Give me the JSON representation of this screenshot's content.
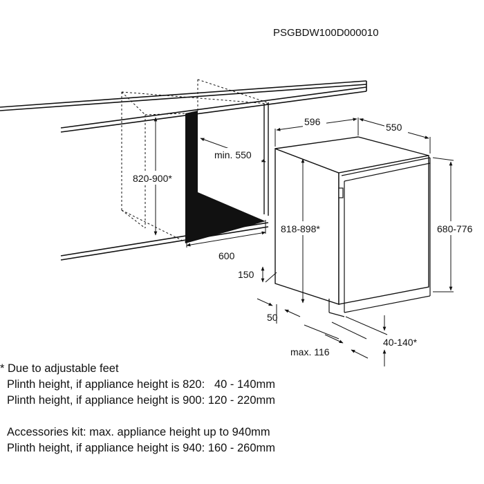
{
  "product_code": "PSGBDW100D000010",
  "dimensions": {
    "width_appliance": "596",
    "depth_appliance": "550",
    "niche_height": "820-900*",
    "niche_depth": "min. 550",
    "niche_width": "600",
    "appliance_height": "818-898*",
    "door_height": "680-776",
    "plinth_offset": "150",
    "plinth_depth": "50",
    "plinth_height": "40-140*",
    "door_protrusion": "max. 116"
  },
  "notes": {
    "footnote_marker": "*",
    "footnote": "Due to adjustable feet",
    "line1": "Plinth height, if appliance height is 820:   40 - 140mm",
    "line2": "Plinth height, if appliance height is 900: 120 - 220mm",
    "line3": "Accessories kit: max. appliance height up to 940mm",
    "line4": "Plinth height, if appliance height is 940: 160 - 260mm"
  }
}
